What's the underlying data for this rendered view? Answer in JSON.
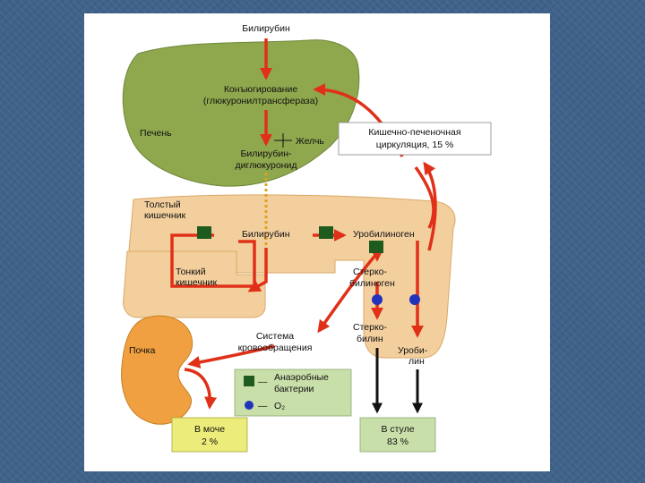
{
  "diagram": {
    "bilirubin_top": "Билирубин",
    "conjugation": [
      "Конъюгирование",
      "(глюкуронилтрансфераза)"
    ],
    "liver": "Печень",
    "bile": "Желчь",
    "bilirubin_diglucuronide": [
      "Билирубин-",
      "диглюкуронид"
    ],
    "enterohepatic": [
      "Кишечно-печеночная",
      "циркуляция, 15 %"
    ],
    "large_intestine": [
      "Толстый",
      "кишечник"
    ],
    "bilirubin_gut": "Билирубин",
    "urobilinogen": "Уробилиноген",
    "small_intestine": [
      "Тонкий",
      "кишечник"
    ],
    "stercobilinogen": [
      "Стерко-",
      "билиноген"
    ],
    "stercobilin": [
      "Стерко-",
      "билин"
    ],
    "urobilin": [
      "Уроби-",
      "лин"
    ],
    "circulation": [
      "Система",
      "кровообращения"
    ],
    "kidney": "Почка",
    "legend": {
      "anaerobic": [
        "Анаэробные",
        "бактерии"
      ],
      "o2": "O₂",
      "dash": "—"
    },
    "urine": [
      "В моче",
      "2 %"
    ],
    "stool": [
      "В стуле",
      "83 %"
    ]
  },
  "colors": {
    "liver": "#8fa84e",
    "intestine": "#f3cf9e",
    "kidney": "#f0a040",
    "arrow": "#e03018",
    "box_yellow": "#ecec7a",
    "box_green": "#c9dfaa",
    "bacteria": "#1f5a1f",
    "oxygen": "#2233bb"
  }
}
